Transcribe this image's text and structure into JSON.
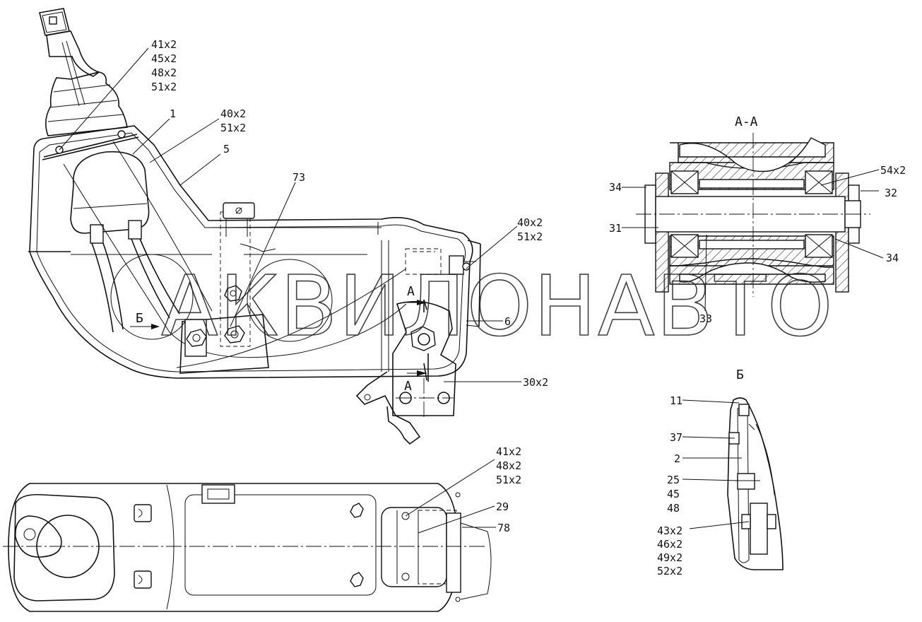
{
  "watermark": "АКВИЛОНАВТО",
  "views": {
    "section_aa": "А-А",
    "view_b": "Б",
    "arrow_b": "Б",
    "cut_a_top": "А",
    "cut_a_bottom": "А"
  },
  "callouts": {
    "c41_45_48_51": [
      "41х2",
      "45х2",
      "48х2",
      "51х2"
    ],
    "c1": "1",
    "c40_51_top": [
      "40х2",
      "51х2"
    ],
    "c5": "5",
    "c73": "73",
    "c40_51_right": [
      "40х2",
      "51х2"
    ],
    "c6": "6",
    "c30": "30х2",
    "c34_left": "34",
    "c31": "31",
    "c54": "54х2",
    "c32": "32",
    "c34_right": "34",
    "c33": "33",
    "c41_48_51": [
      "41х2",
      "48х2",
      "51х2"
    ],
    "c29": "29",
    "c78": "78",
    "c11": "11",
    "c37": "37",
    "c2": "2",
    "c25_45_48": [
      "25",
      "45",
      "48"
    ],
    "c43_46_49_52": [
      "43х2",
      "46х2",
      "49х2",
      "52х2"
    ]
  }
}
